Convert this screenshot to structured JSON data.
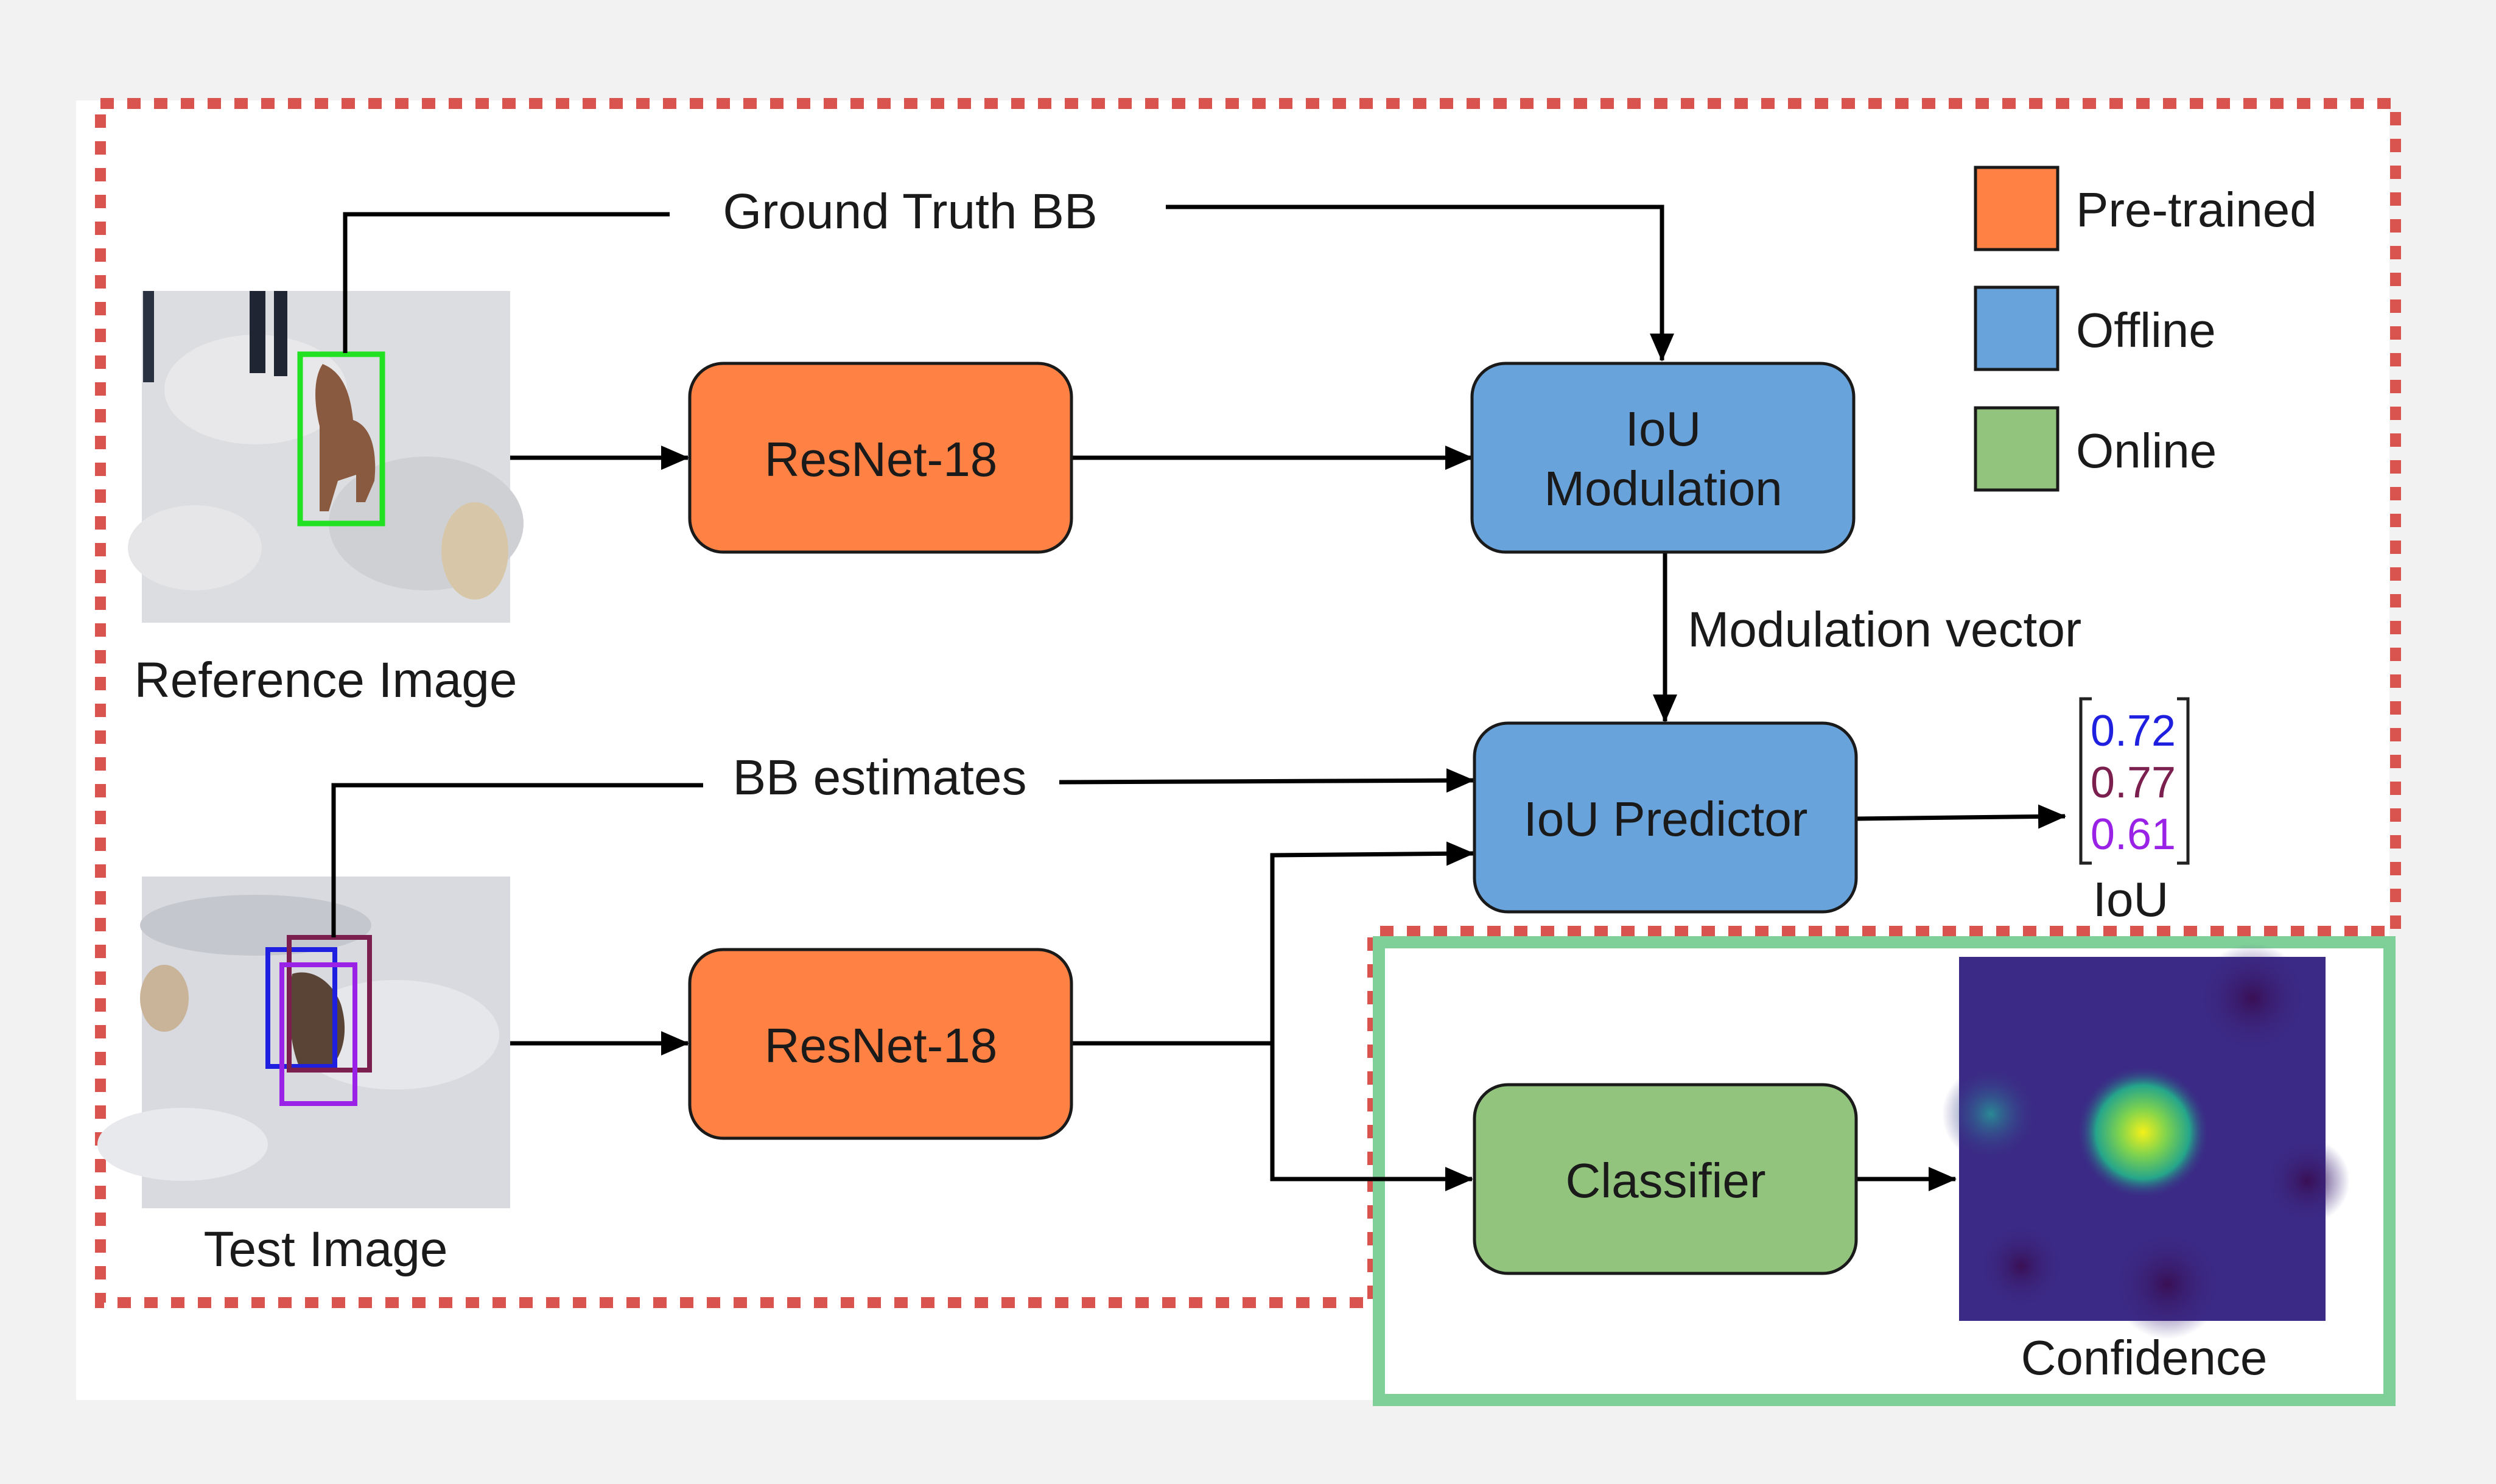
{
  "labels": {
    "ground_truth_bb": "Ground Truth BB",
    "bb_estimates": "BB estimates",
    "modulation_vector": "Modulation vector",
    "reference_image": "Reference Image",
    "test_image": "Test Image",
    "confidence": "Confidence",
    "iou_caption": "IoU"
  },
  "blocks": {
    "resnet_ref": "ResNet-18",
    "resnet_test": "ResNet-18",
    "iou_modulation_line1": "IoU",
    "iou_modulation_line2": "Modulation",
    "iou_predictor": "IoU Predictor",
    "classifier": "Classifier"
  },
  "iou_values": [
    "0.72",
    "0.77",
    "0.61"
  ],
  "legend": [
    {
      "label": "Pre-trained",
      "color": "#ff8244"
    },
    {
      "label": "Offline",
      "color": "#69a3dc"
    },
    {
      "label": "Online",
      "color": "#93c47d"
    }
  ],
  "colors": {
    "pretrained": "#ff8244",
    "offline": "#69a3dc",
    "online": "#93c47d",
    "dashed_region": "#d9534f",
    "online_region": "#7fcf98",
    "iou_blue": "#1f1fe0",
    "iou_maroon": "#7a1f4e",
    "iou_purple": "#9a22e6"
  }
}
